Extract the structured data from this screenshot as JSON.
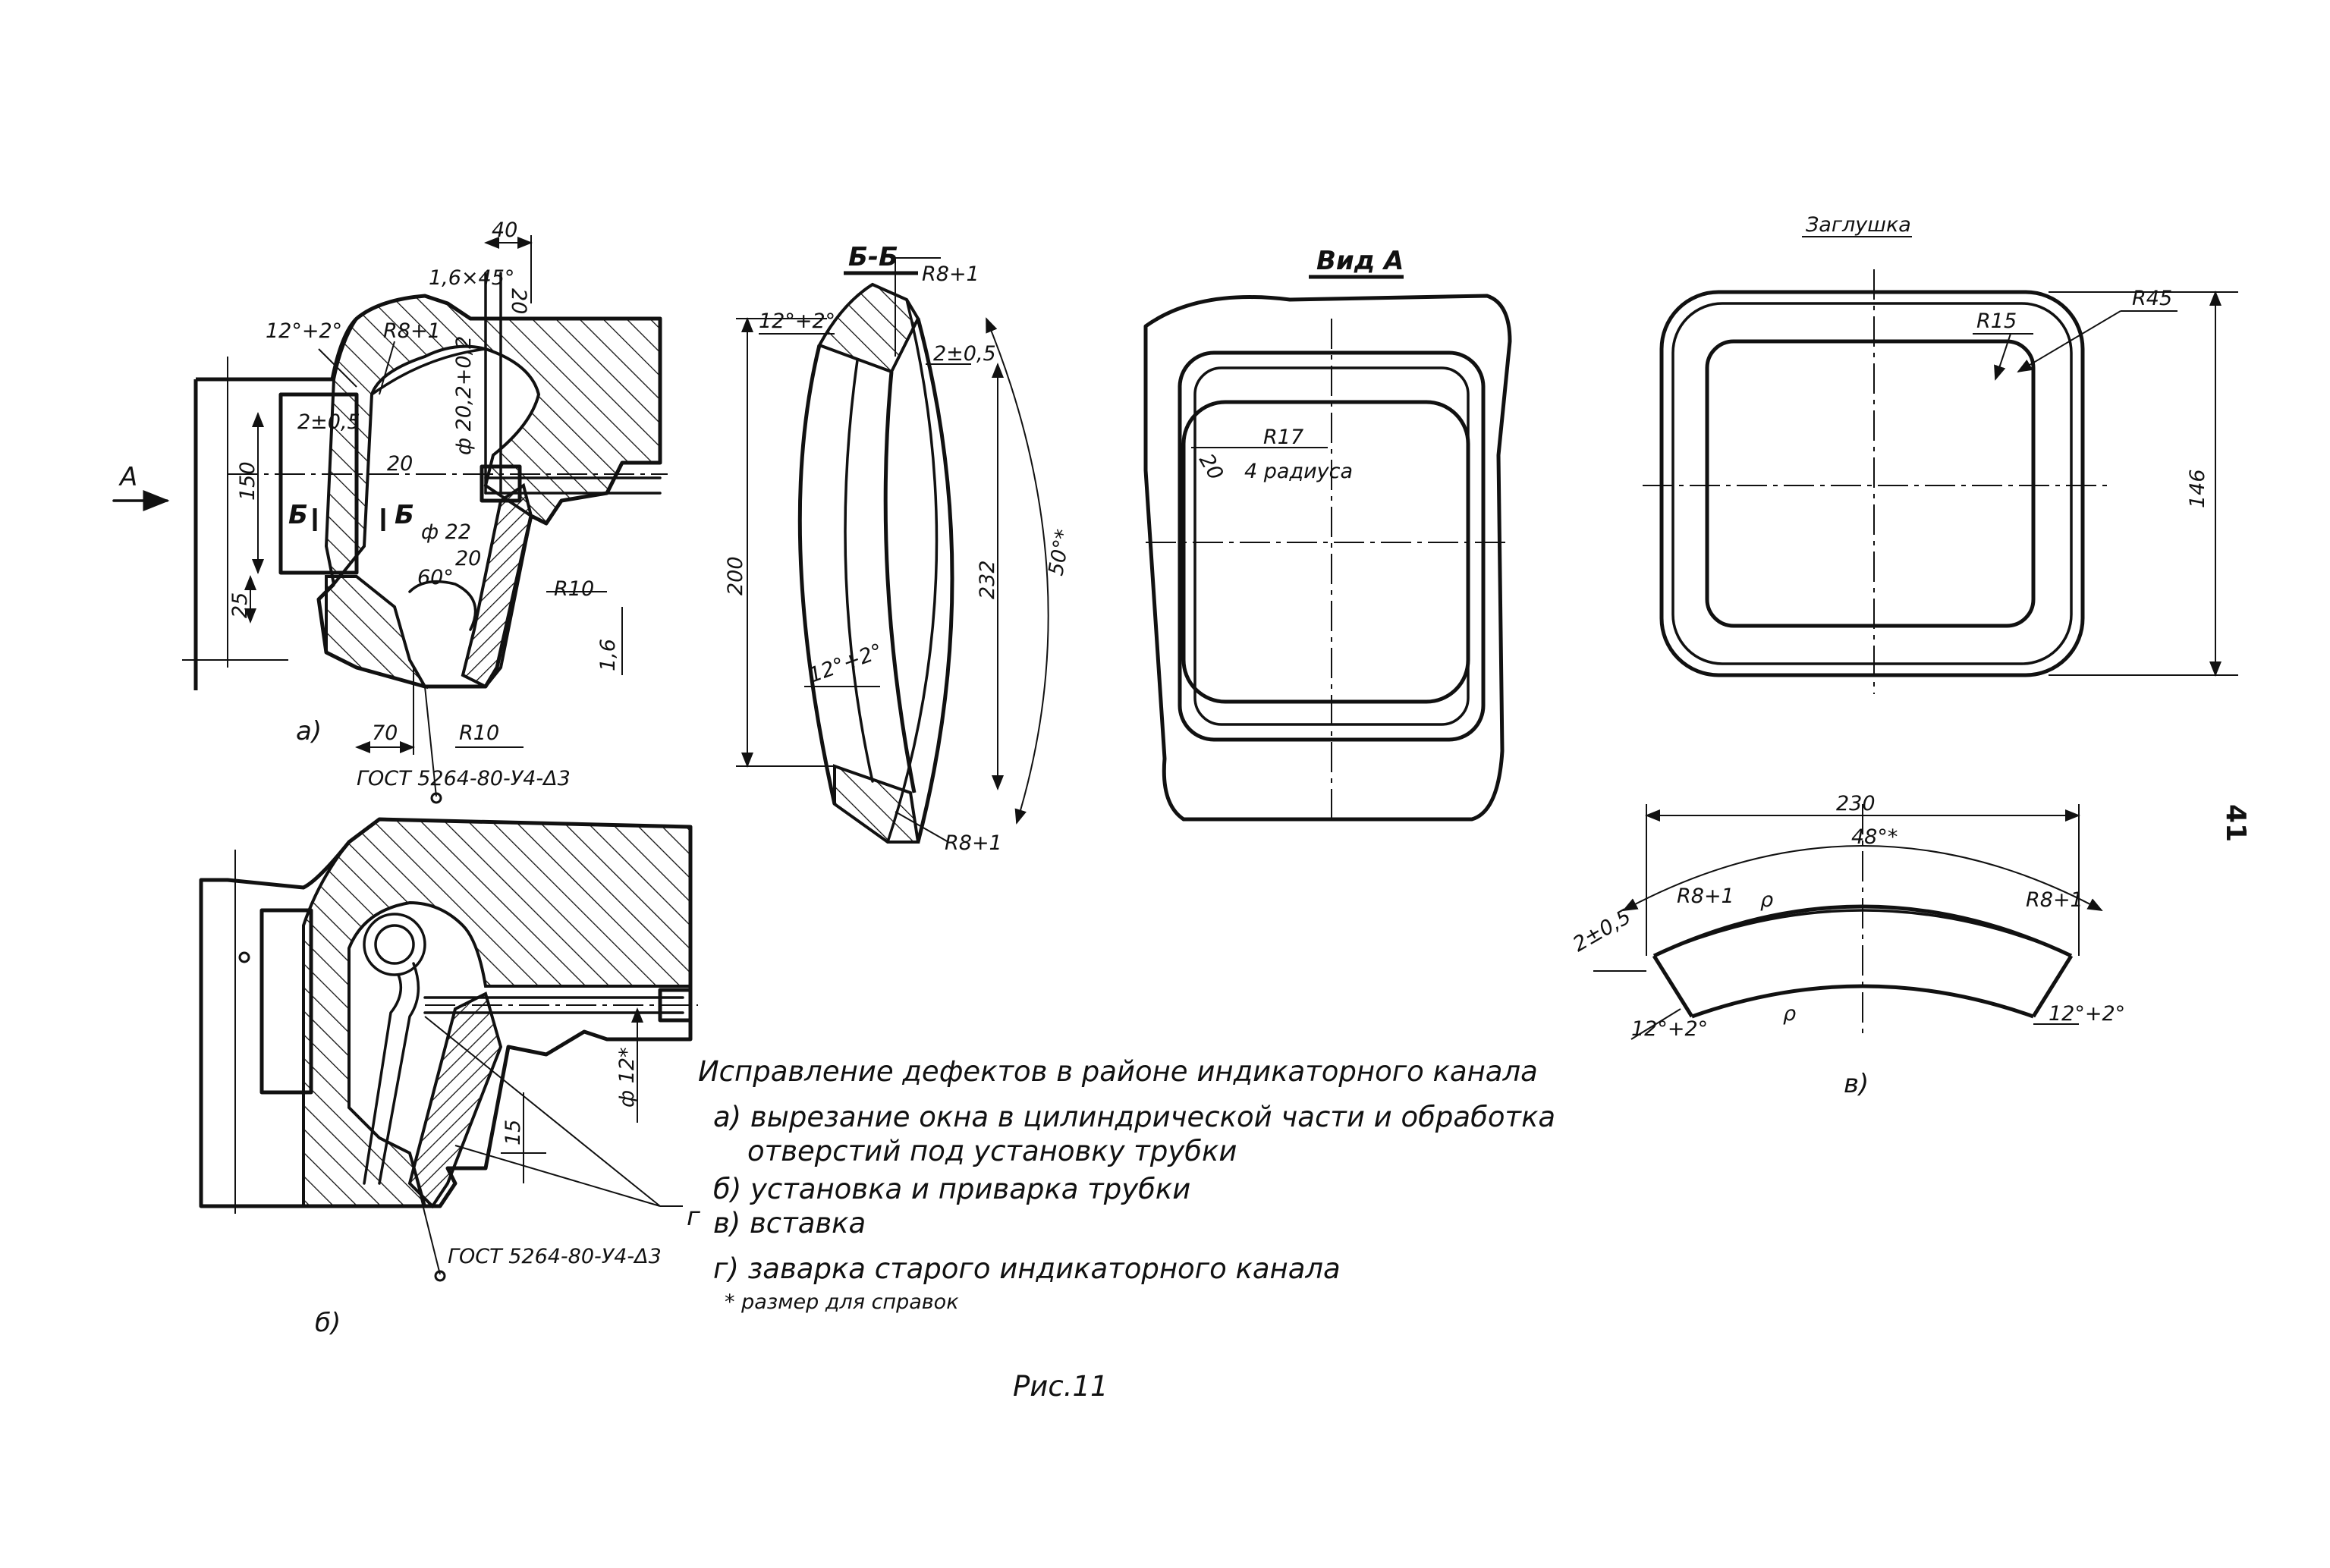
{
  "page_number": "41",
  "figure_caption": "Рис.11",
  "caption": {
    "title": "Исправление дефектов в районе индикаторного канала",
    "items": [
      "а) вырезание окна в цилиндрической части и обработка",
      "отверстий под установку трубки",
      "б) установка и приварка трубки",
      "в) вставка",
      "г) заварка старого индикаторного канала"
    ],
    "note": "* размер для справок"
  },
  "view_a": {
    "arrow_label": "А",
    "sub_label": "а)",
    "section_mark_left": "Б",
    "section_mark_right": "Б",
    "dims": {
      "d40": "40",
      "chamfer": "1,6×45°",
      "d20_top": "20",
      "angle": "12°+2°",
      "r8": "R8+1",
      "gap": "2±0,5",
      "bore": "ф 20,2+0,2",
      "d20_mid": "20",
      "d150": "150",
      "d22": "ф 22",
      "d20_low": "20",
      "a60": "60°",
      "r10_top": "R10",
      "d25": "25",
      "d1_6": "1,6",
      "r10_bot": "R10",
      "d70": "70"
    },
    "gost": "ГОСТ 5264-80-У4-Δ3"
  },
  "view_b": {
    "sub_label": "б)",
    "dims": {
      "d12": "ф 12*",
      "d15": "15",
      "mark_g": "г"
    },
    "gost": "ГОСТ 5264-80-У4-Δ3"
  },
  "section_bb": {
    "title": "Б-Б",
    "dims": {
      "angle_top": "12°+2°",
      "r8_top": "R8+1",
      "gap": "2±0,5",
      "h200": "200",
      "h232": "232",
      "a50": "50°*",
      "angle_bot": "12°+2°",
      "r8_bot": "R8+1"
    }
  },
  "view_vid_a": {
    "title": "Вид А",
    "dims": {
      "r17": "R17",
      "r17_note": "4 радиуса",
      "d20": "20"
    }
  },
  "plug": {
    "title": "Заглушка",
    "dims": {
      "r15": "R15",
      "r45": "R45",
      "h146": "146"
    }
  },
  "insert_v": {
    "sub_label": "в)",
    "dims": {
      "w230": "230",
      "a48": "48°*",
      "r8_left": "R8+1",
      "r8_right": "R8+1",
      "gap": "2±0,5",
      "angle_left": "12°+2°",
      "angle_right": "12°+2°",
      "rho_top": "ρ",
      "rho_bot": "ρ"
    }
  }
}
